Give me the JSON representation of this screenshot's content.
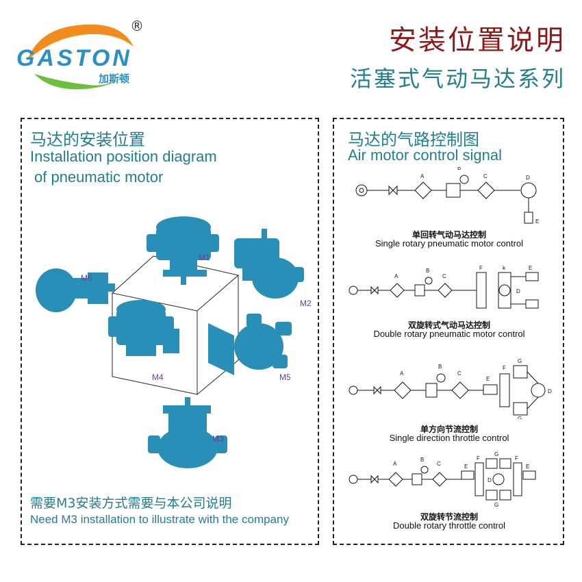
{
  "brand": {
    "name": "GASTON",
    "name_cn": "加斯顿",
    "registered_mark": "®"
  },
  "header": {
    "title": "安装位置说明",
    "subtitle": "活塞式气动马达系列"
  },
  "left_panel": {
    "heading_cn": "马达的安装位置",
    "heading_en_line1": "Installation position diagram",
    "heading_en_line2": "of pneumatic motor",
    "positions": [
      "M1",
      "M2",
      "M3",
      "M4",
      "M5",
      "M6"
    ],
    "footer_cn": "需要M3安装方式需要与本公司说明",
    "footer_en": "Need M3 installation to illustrate with the company"
  },
  "right_panel": {
    "heading_cn": "马达的气路控制图",
    "heading_en": "Air motor control signal",
    "diagrams": [
      {
        "caption_cn": "单回转气动马达控制",
        "caption_en": "Single rotary pneumatic motor control"
      },
      {
        "caption_cn": "双旋转式气动马达控制",
        "caption_en": "Double rotary pneumatic motor control"
      },
      {
        "caption_cn": "单方向节流控制",
        "caption_en": "Single direction throttle control"
      },
      {
        "caption_cn": "双旋转节流控制",
        "caption_en": "Double rotary throttle control"
      }
    ],
    "component_labels": [
      "A",
      "B",
      "C",
      "D",
      "E",
      "F",
      "G",
      "k"
    ]
  },
  "colors": {
    "title": "#8b1a1a",
    "accent": "#1f7f8e",
    "motor": "#2a8fb6",
    "label": "#6a3f9a"
  }
}
